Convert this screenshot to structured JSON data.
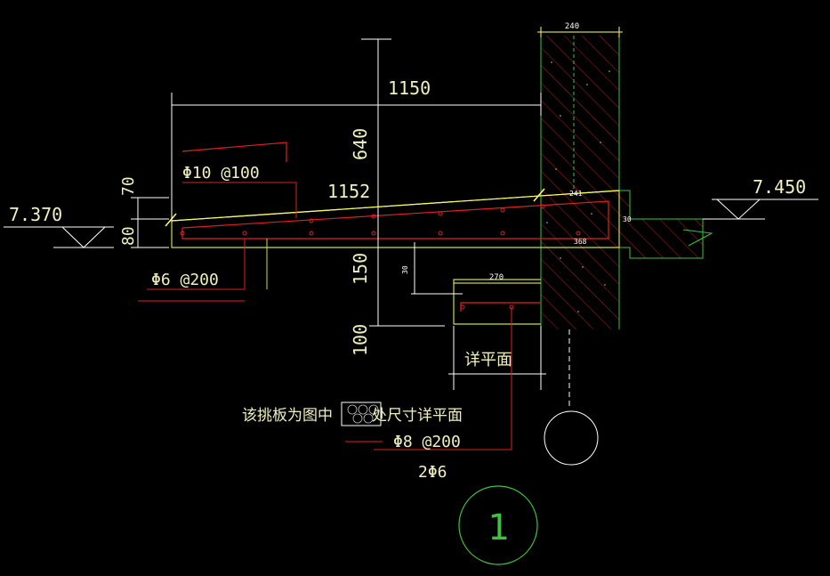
{
  "colors": {
    "background": "#000000",
    "dimension": "#ffffff",
    "rebar": "#e02020",
    "slab_outline": "#c8e040",
    "leader": "#e02020",
    "text_main": "#f0f0c0",
    "wall_outline": "#40c040",
    "wall_hatch": "#e02020"
  },
  "dimensions": {
    "wall_width": "240",
    "slab_length": "1150",
    "upper_height": "640",
    "slope_length": "1152",
    "thickness_top": "70",
    "thickness_bottom": "80",
    "beam_depth": "150",
    "small_depth": "100",
    "ledge_width": "270",
    "joint_a": "241",
    "joint_b": "368",
    "small_mark": "30"
  },
  "levels": {
    "left": "7.370",
    "right": "7.450"
  },
  "rebar_labels": {
    "top_bar": "Φ10 @100",
    "bottom_bar": "Φ6 @200",
    "ledge_bar": "Φ8 @200",
    "ledge_extra": "2Φ6"
  },
  "notes": {
    "see_plan": "详平面",
    "legend_prefix": "该挑板为图中",
    "legend_suffix": "处尺寸详平面"
  },
  "detail_number": "1"
}
